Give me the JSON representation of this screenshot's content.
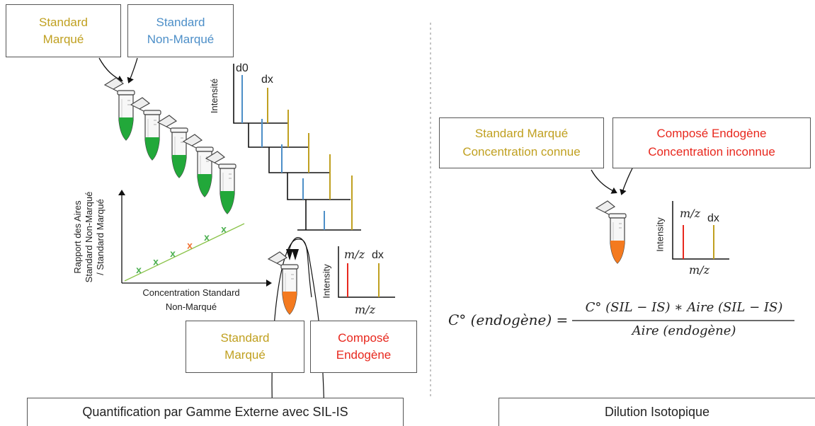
{
  "colors": {
    "gold": "#c0a020",
    "blue": "#4d8fc8",
    "red": "#e8281e",
    "green_liquid": "#22a83a",
    "orange_liquid": "#f47a1f",
    "calibration_line": "#8bc34a",
    "marker_green": "#4caf50",
    "marker_orange": "#f07030"
  },
  "left": {
    "std_marked_box": [
      "Standard",
      "Marqué"
    ],
    "std_unmarked_box": [
      "Standard",
      "Non-Marqué"
    ],
    "spectra": {
      "ylabel": "Intensité",
      "label_d0": "d0",
      "label_dx": "dx"
    },
    "calibration": {
      "ylabel_lines": [
        "Rapport des Aires",
        "Standard Non-Marqué",
        "/ Standard Marqué"
      ],
      "xlabel_lines": [
        "Concentration Standard",
        "Non-Marqué"
      ],
      "marker": "x",
      "points": [
        {
          "x": 1,
          "y": 1,
          "role": "standard"
        },
        {
          "x": 2,
          "y": 2,
          "role": "standard"
        },
        {
          "x": 3,
          "y": 3,
          "role": "standard"
        },
        {
          "x": 4,
          "y": 4,
          "role": "unknown"
        },
        {
          "x": 5,
          "y": 5,
          "role": "standard"
        },
        {
          "x": 6,
          "y": 6,
          "role": "standard"
        }
      ]
    },
    "sample_spectrum": {
      "ylabel": "Intensity",
      "peak_label_1": "m/z",
      "peak_label_2": "dx",
      "xlabel": "m/z"
    },
    "std_marked_box2": [
      "Standard",
      "Marqué"
    ],
    "endogenous_box": [
      "Composé",
      "Endogène"
    ],
    "panel_title": "Quantification par Gamme Externe avec SIL-IS"
  },
  "right": {
    "std_marked_box": [
      "Standard Marqué",
      "Concentration connue"
    ],
    "endogenous_box": [
      "Composé Endogène",
      "Concentration inconnue"
    ],
    "spectrum": {
      "ylabel": "Intensity",
      "peak_label_1": "m/z",
      "peak_label_2": "dx",
      "xlabel": "m/z"
    },
    "formula": {
      "lhs": "C° (endogène) =",
      "numerator": "C° (SIL − IS) ∗ Aire (SIL − IS)",
      "denominator": "Aire (endogène)"
    },
    "panel_title": "Dilution Isotopique"
  }
}
